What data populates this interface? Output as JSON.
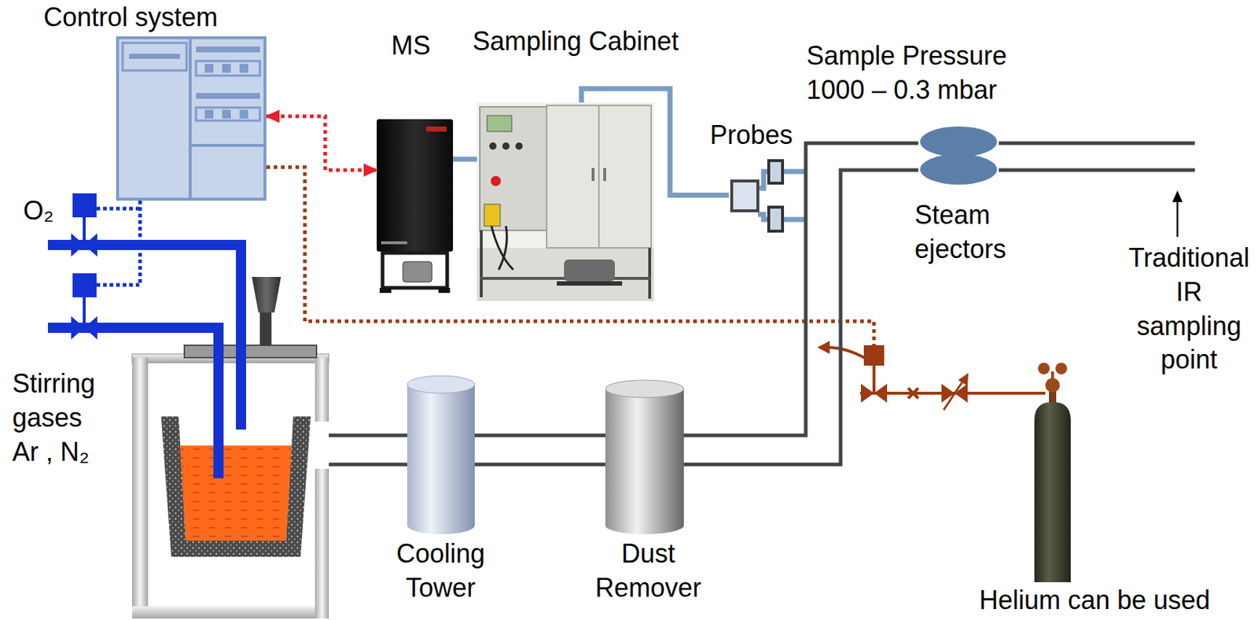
{
  "diagram": {
    "nodes": [
      {
        "text": [
          "Control system"
        ]
      },
      {
        "text": [
          "MS"
        ]
      },
      {
        "text": [
          "Sampling Cabinet"
        ]
      },
      {
        "text": [
          "Probes"
        ]
      },
      {
        "text": [
          "Steam ejectors"
        ]
      },
      {
        "text": [
          "Cooling Tower"
        ]
      },
      {
        "text": [
          "Dust Remover"
        ]
      },
      {
        "text": [
          "Helium can be used"
        ]
      }
    ],
    "edges": [
      {
        "from": 0,
        "to": 1,
        "arrow": "both"
      },
      {
        "from": 1,
        "to": 2,
        "arrow": "none"
      },
      {
        "from": 2,
        "to": 3,
        "arrow": "none"
      },
      {
        "from": 5,
        "to": 6,
        "arrow": "none"
      },
      {
        "from": 6,
        "to": 4,
        "arrow": "none"
      }
    ],
    "labels": [
      "Sample Pressure 1000 – 0.3 mbar",
      "O₂",
      "Traditional IR sampling point",
      "Stirring gases Ar , N₂"
    ]
  }
}
